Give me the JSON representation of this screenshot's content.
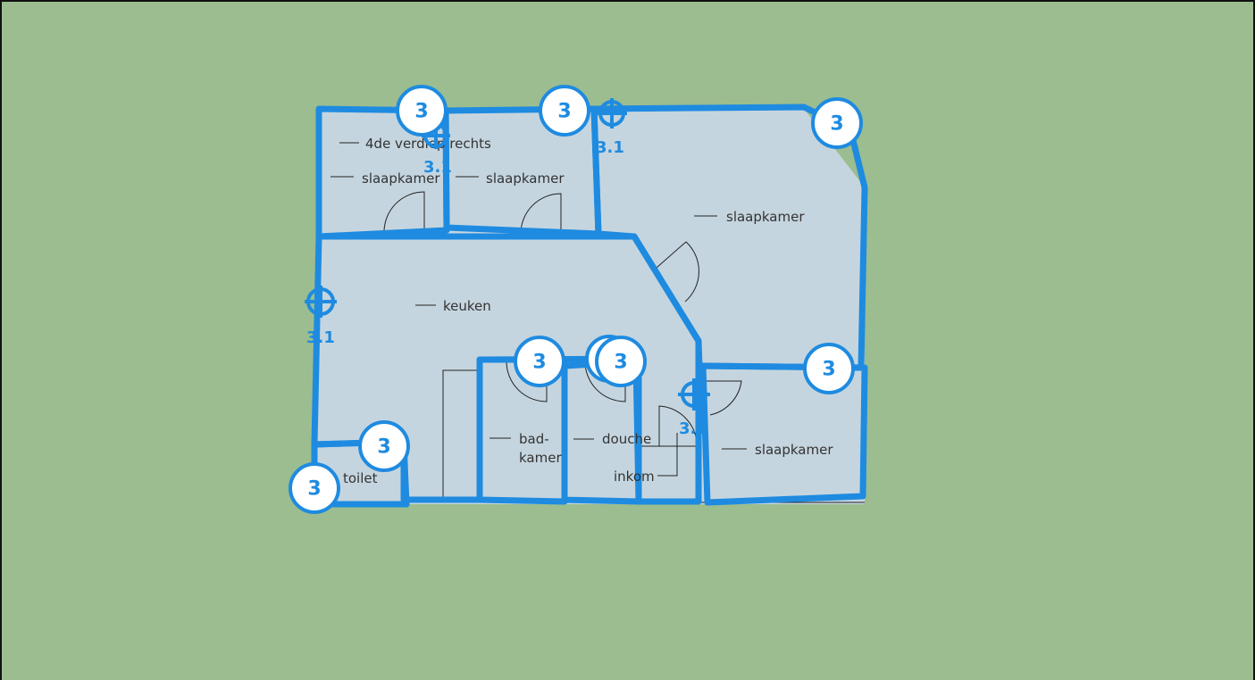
{
  "rooms": {
    "label_top_left": "4de verdiep rechts",
    "slaapkamer_1": "slaapkamer",
    "slaapkamer_2": "slaapkamer",
    "slaapkamer_3": "slaapkamer",
    "slaapkamer_4": "slaapkamer",
    "keuken": "keuken",
    "badkamer_line1": "bad-",
    "badkamer_line2": "kamer",
    "douche": "douche",
    "inkom": "inkom",
    "toilet": "toilet"
  },
  "badges": {
    "value": "3"
  },
  "crosshairs": {
    "label": "3.1"
  },
  "colors": {
    "background": "#9bbd90",
    "room_fill": "#c5d5df",
    "wall_stroke": "#1e8be0"
  }
}
